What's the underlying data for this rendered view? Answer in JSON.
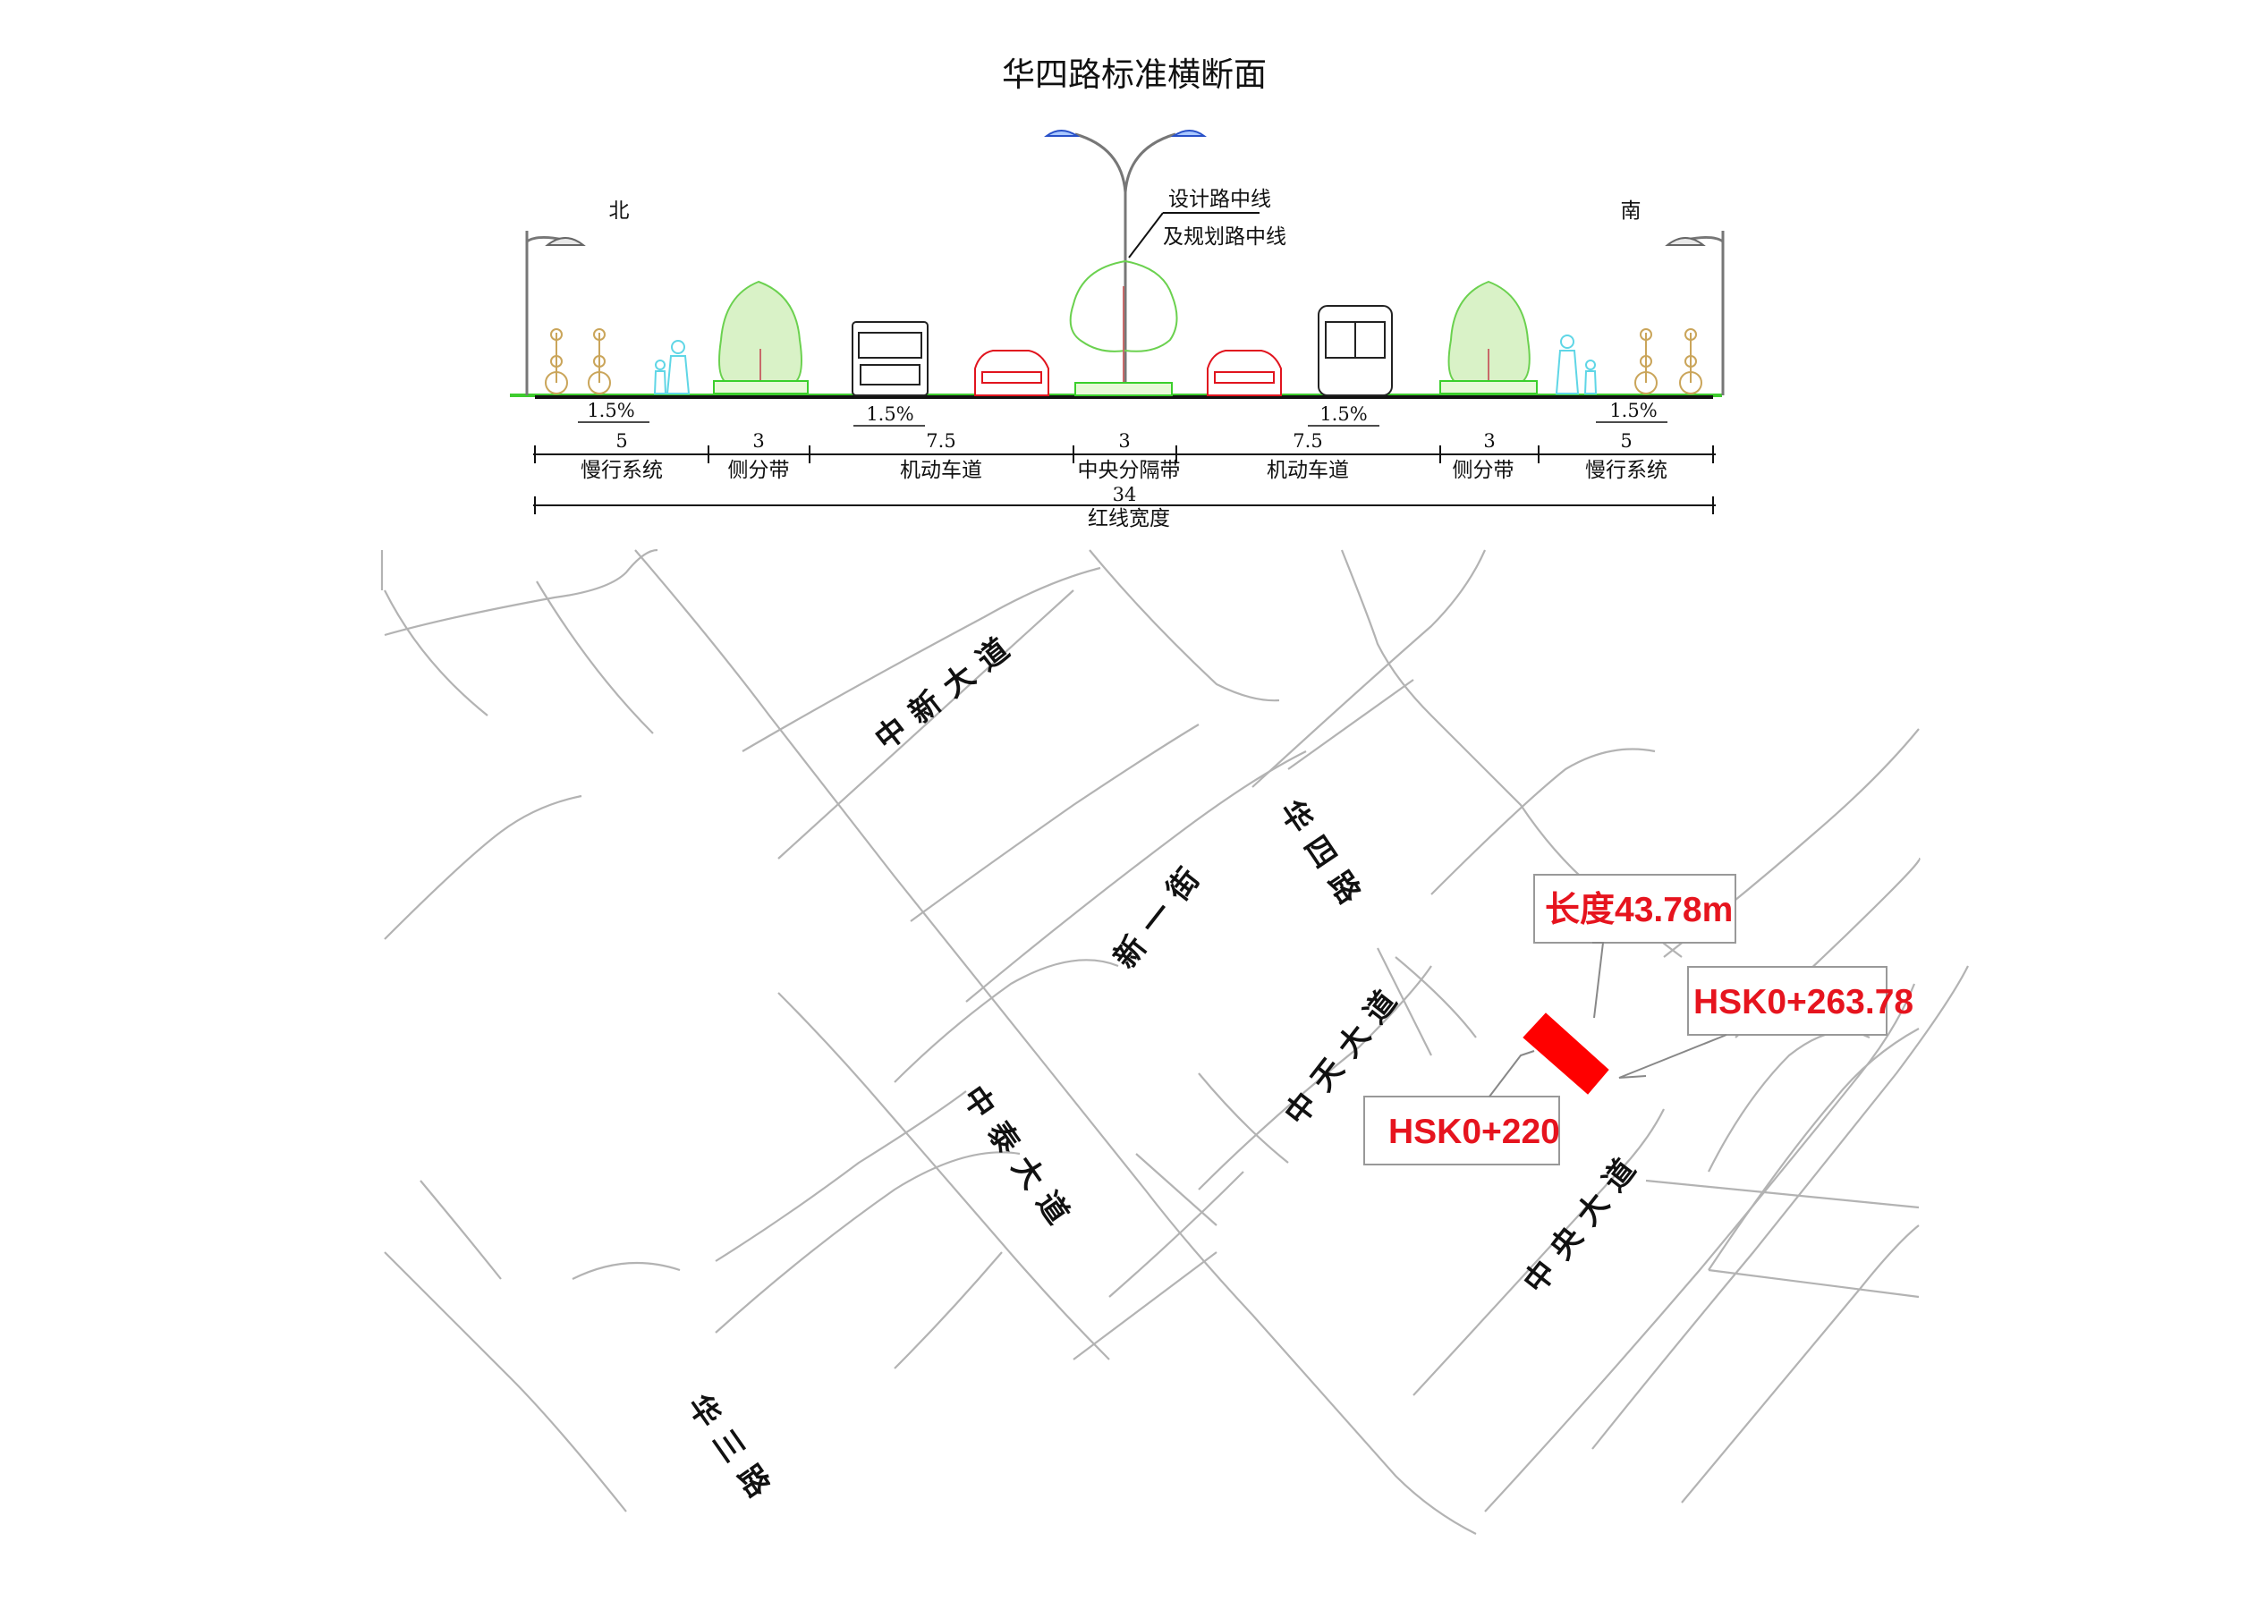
{
  "section": {
    "title": "华四路标准横断面",
    "north": "北",
    "south": "南",
    "centerline_note": [
      "设计路中线",
      "及规划路中线"
    ],
    "segments": [
      {
        "width": "5",
        "name": "慢行系统"
      },
      {
        "width": "3",
        "name": "侧分带"
      },
      {
        "width": "7.5",
        "name": "机动车道"
      },
      {
        "width": "3",
        "name": "中央分隔带"
      },
      {
        "width": "7.5",
        "name": "机动车道"
      },
      {
        "width": "3",
        "name": "侧分带"
      },
      {
        "width": "5",
        "name": "慢行系统"
      }
    ],
    "slopes": [
      "1.5%",
      "1.5%",
      "1.5%",
      "1.5%"
    ],
    "total_width": "34",
    "total_label": "红线宽度"
  },
  "map": {
    "roads": {
      "zhongxin": "中新大道",
      "huasi": "华四路",
      "xinyi": "新一街",
      "zhongtian": "中天大道",
      "zhongtai": "中泰大道",
      "zhongyang": "中央大道",
      "huasan": "华三路"
    },
    "annotations": {
      "length": "长度43.78m",
      "end_station": "HSK0+263.78",
      "start_station": "HSK0+220"
    },
    "colors": {
      "highlight": "#ff0000",
      "annotation_text": "#e6141e",
      "road_lines": "#b3b3b3"
    }
  }
}
